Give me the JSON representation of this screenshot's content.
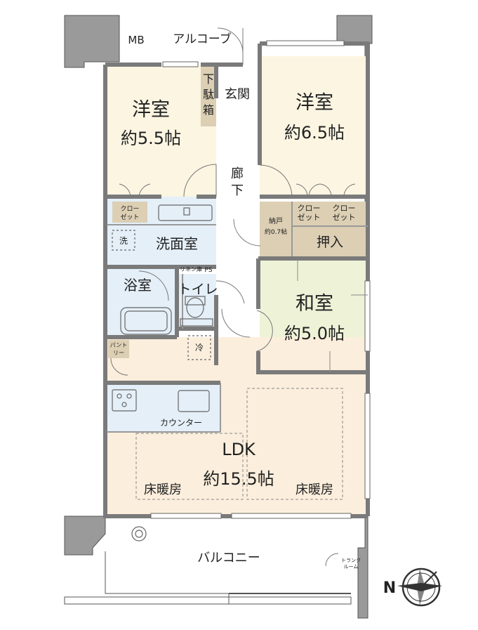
{
  "rooms": {
    "mb": "MB",
    "alcove": "アルコーブ",
    "shoe_box": [
      "下",
      "駄",
      "箱"
    ],
    "entrance": "玄関",
    "west_room": {
      "name": "洋室",
      "size": "約5.5帖"
    },
    "east_room": {
      "name": "洋室",
      "size": "約6.5帖"
    },
    "hallway": [
      "廊",
      "下"
    ],
    "closet_small": [
      "クロー",
      "ゼット"
    ],
    "storage": {
      "name": "納戸",
      "size": "約0.7帖"
    },
    "closet_a": [
      "クロー",
      "ゼット"
    ],
    "closet_b": [
      "クロー",
      "ゼット"
    ],
    "oshiire": "押入",
    "washer": "洗",
    "washroom": "洗面室",
    "linen": "リネン庫",
    "ps": "PS",
    "bath": "浴室",
    "toilet": "トイレ",
    "japanese_room": {
      "name": "和室",
      "size": "約5.0帖"
    },
    "pantry": [
      "パント",
      "リー"
    ],
    "fridge": "冷",
    "counter": "カウンター",
    "ldk": {
      "name": "LDK",
      "size": "約15.5帖"
    },
    "floor_heat_left": "床暖房",
    "floor_heat_right": "床暖房",
    "balcony": "バルコニー",
    "trunk_room": [
      "トランク",
      "ルーム"
    ],
    "compass": "N"
  },
  "colors": {
    "wall": "#8c8c8c",
    "wall_dark": "#6a6a6a",
    "bedroom": "#fbf5e2",
    "ldk": "#fbeedc",
    "wet": "#e4eff8",
    "tatami": "#eef3d8",
    "storage": "#dccfb4",
    "hall": "#ffffff"
  }
}
